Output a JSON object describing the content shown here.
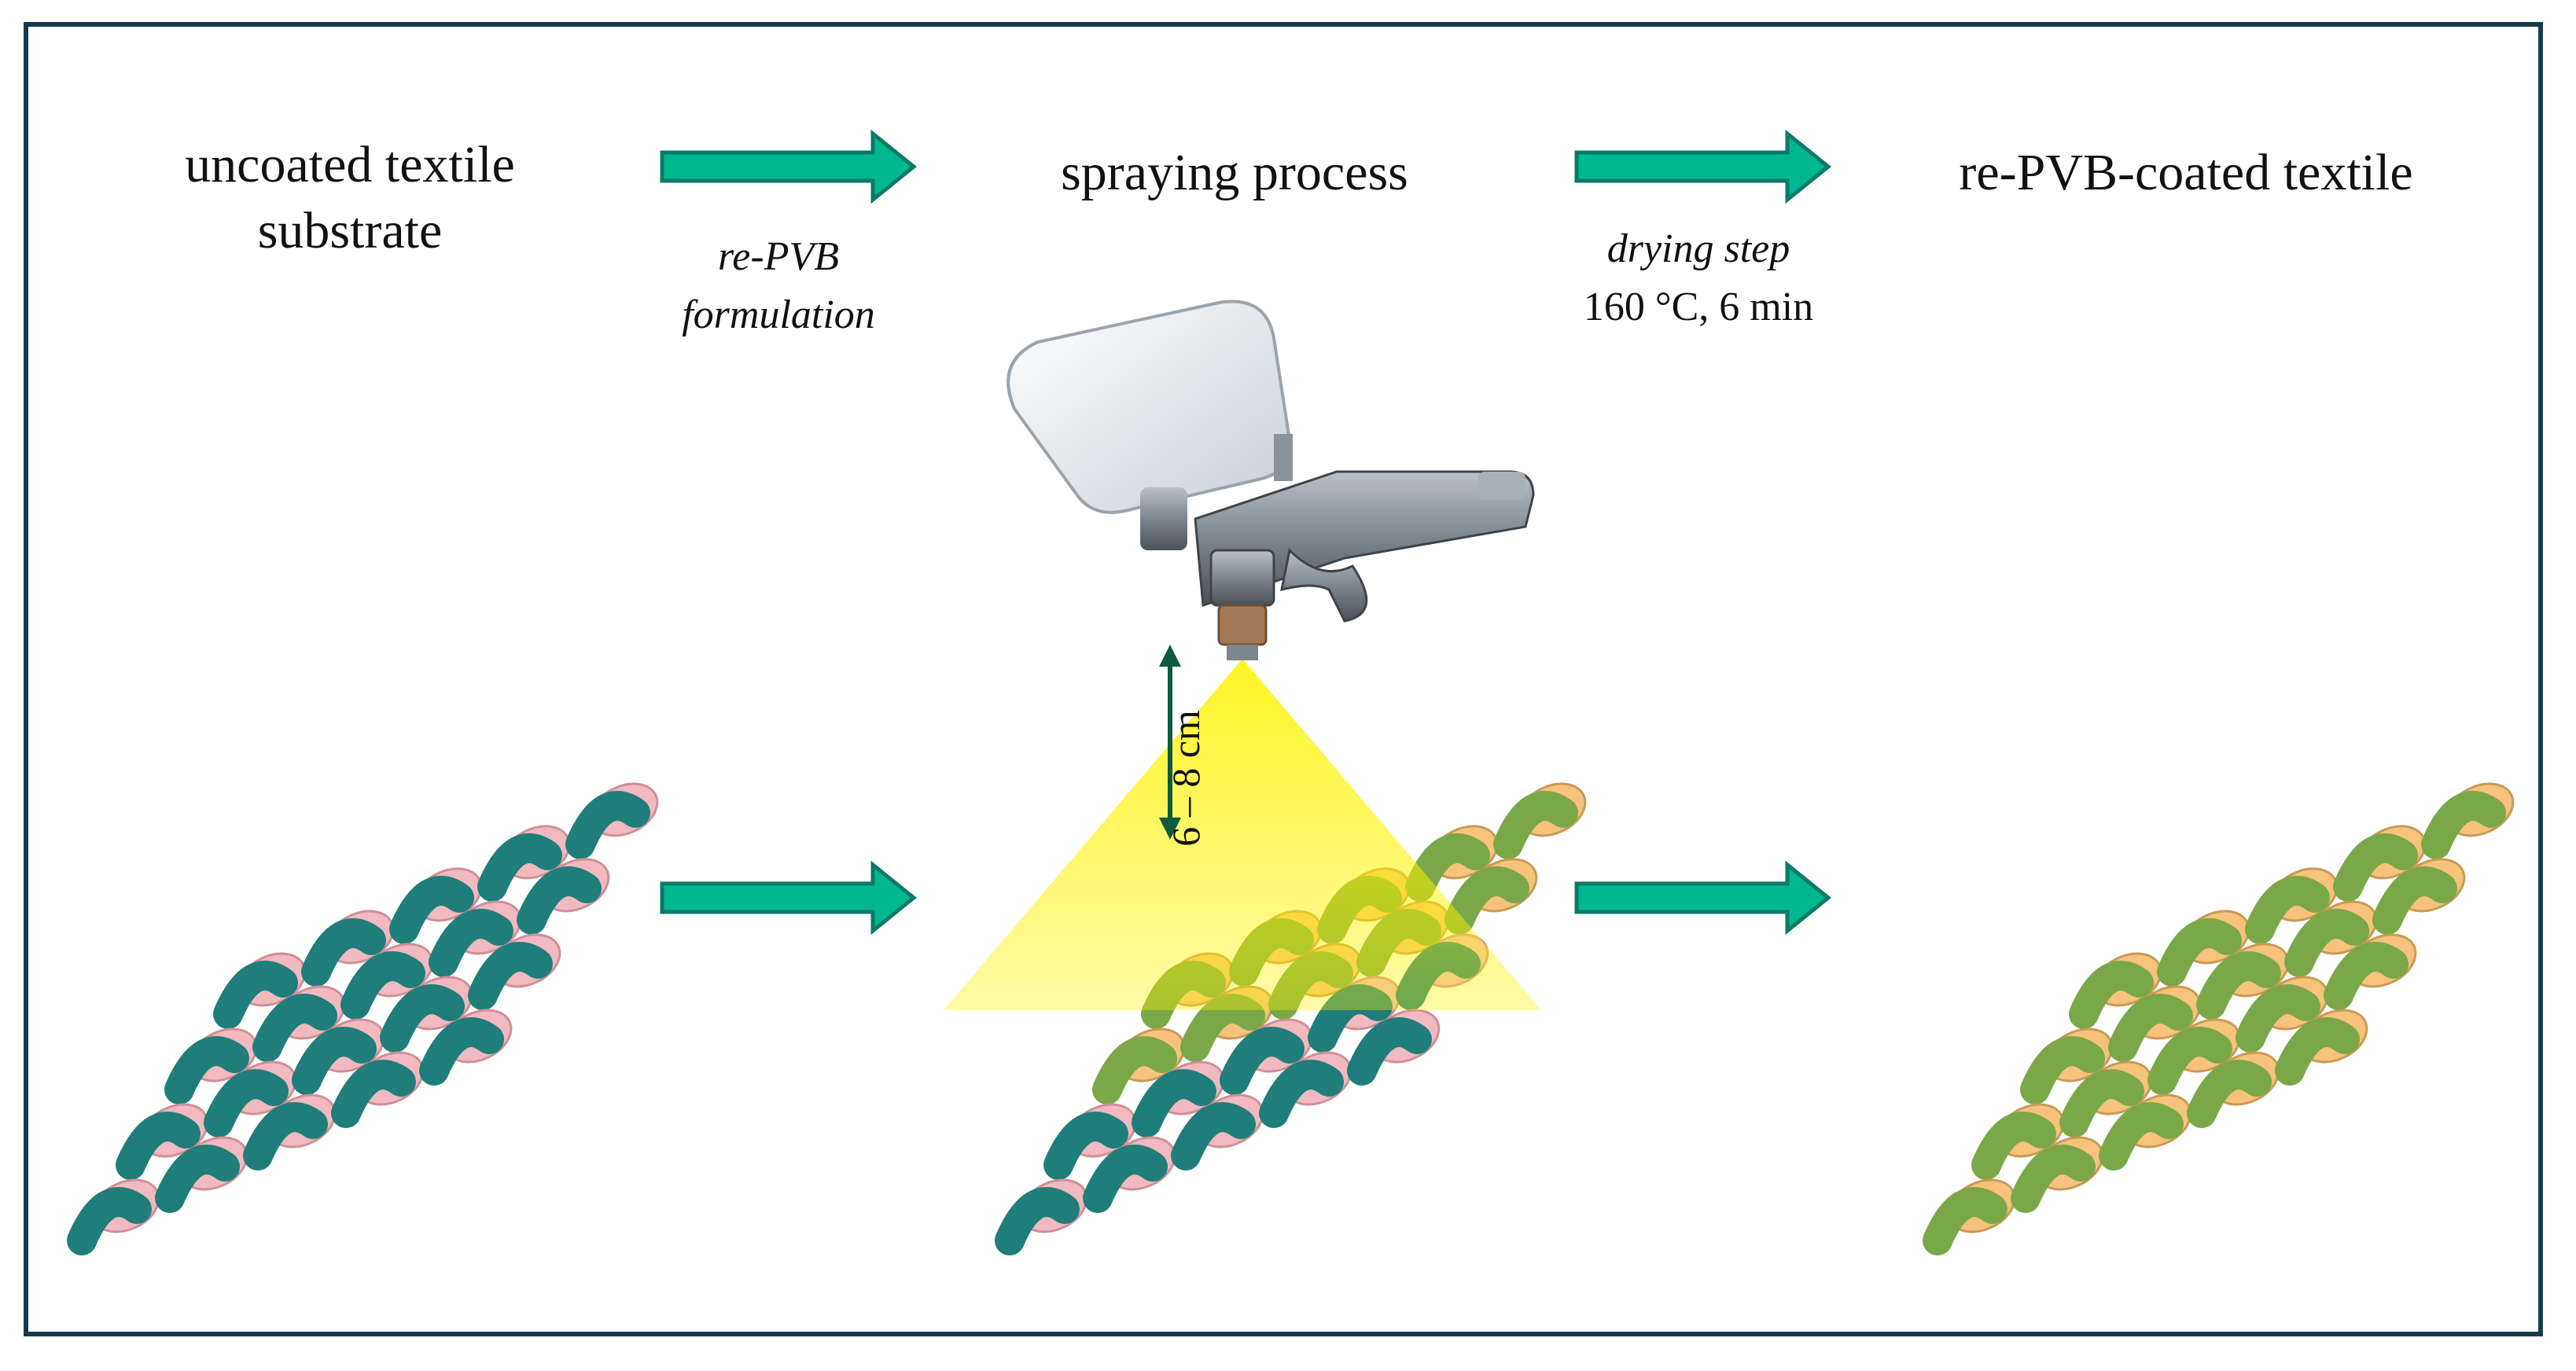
{
  "steps": {
    "uncoated": {
      "line1": "uncoated textile",
      "line2": "substrate"
    },
    "spraying": {
      "label": "spraying process"
    },
    "coated": {
      "label": "re-PVB-coated textile"
    }
  },
  "arrow_labels": {
    "formulation": {
      "line1": "re-PVB",
      "line2": "formulation"
    },
    "drying": {
      "line1": "drying step",
      "line2": "160 °C, 6 min"
    }
  },
  "spray_distance": "6 – 8 cm",
  "colors": {
    "frame": "#163a4c",
    "arrow": "#00b890",
    "arrow_edge": "#0b7a66",
    "fiber_teal": "#1f7e7a",
    "fiber_pink": "#f2b9c0",
    "coating_yellow": "#fff200",
    "coated_green": "#7aa848",
    "coated_orange": "#f6c27c"
  },
  "icons": [
    "spray-gun-icon",
    "woven-textile-icon",
    "double-arrow-icon"
  ]
}
